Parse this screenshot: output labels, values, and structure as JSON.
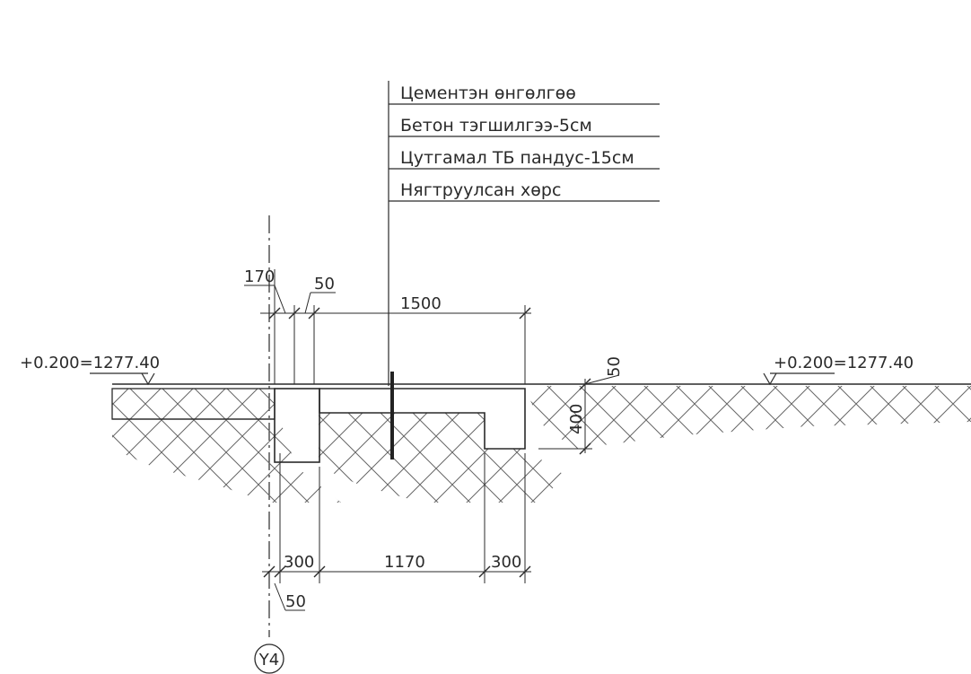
{
  "layers": [
    "Цементэн өнгөлгөө",
    "Бетон тэгшилгээ-5см",
    "Цутгамал ТБ пандус-15см",
    "Нягтруулсан хөрс"
  ],
  "elevations": {
    "left": "+0.200=1277.40",
    "right": "+0.200=1277.40"
  },
  "dimensions": {
    "d170": "170",
    "d150": "50",
    "d1500": "1500",
    "d50_right": "50",
    "d400": "400",
    "d300_left": "300",
    "d1170": "1170",
    "d300_right": "300",
    "d50_bottom": "50"
  },
  "axis_label": "Y4",
  "colors": {
    "line": "#2a2a2a",
    "hatch": "#5a5a5a",
    "background": "#ffffff"
  }
}
